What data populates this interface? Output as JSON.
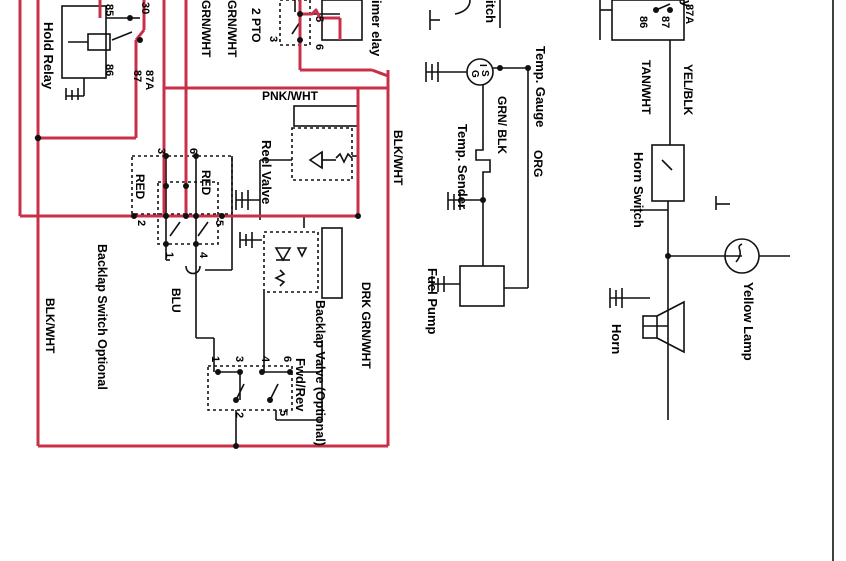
{
  "colors": {
    "highlight": "#c8304a",
    "wire": "#111111",
    "paper": "#ffffff"
  },
  "labels": {
    "hold_relay": "Hold Relay",
    "pin_85": "85",
    "pin_86": "86",
    "pin_30": "30",
    "pin_87a": "87A",
    "pin_87": "87",
    "grn_wht_top": "GRN/WHT",
    "pto": "2 PTO",
    "pto_pin3": "3",
    "pto_pin5": "5",
    "pto_pin6": "6",
    "timer_relay": "imer elay",
    "switch_top": "itch",
    "temp_gauge": "Temp. Gauge",
    "gauge_i": "I",
    "gauge_g": "G",
    "gauge_s": "S",
    "horn_relay_frag": "y",
    "relay2_87a": "87A",
    "relay2_87": "87",
    "relay2_86": "86",
    "yel_blk": "YEL/BLK",
    "tan_wht": "TAN/WHT",
    "horn_switch": "Horn Switch",
    "pnk_wht": "PNK/WHT",
    "reel_valve": "Reel Valve",
    "blk_wht_right": "BLK/WHT",
    "grn_blk": "GRN/ BLK",
    "temp_sender": "Temp. Sender",
    "org": "ORG",
    "red_left": "RED",
    "red_right": "RED",
    "backlap_switch": "Backlap Switch Optional",
    "bls_pin3": "3",
    "bls_pin6": "6",
    "bls_pin2": "2",
    "bls_pin5": "5",
    "bls_pin1": "1",
    "bls_pin4": "4",
    "fuel_pump": "Fuel Pump",
    "yellow_lamp": "Yellow Lamp",
    "horn": "Horn",
    "blu": "BLU",
    "blk_wht_left": "BLK/WHT",
    "drk_grn_wht": "DRK GRN/WHT",
    "backlap_valve": "Backlap Valve (Optional)",
    "fwd_rev": "Fwd/Rev",
    "fr_pin1": "1",
    "fr_pin3": "3",
    "fr_pin4": "4",
    "fr_pin6": "6",
    "fr_pin2": "2",
    "fr_pin5": "5"
  }
}
